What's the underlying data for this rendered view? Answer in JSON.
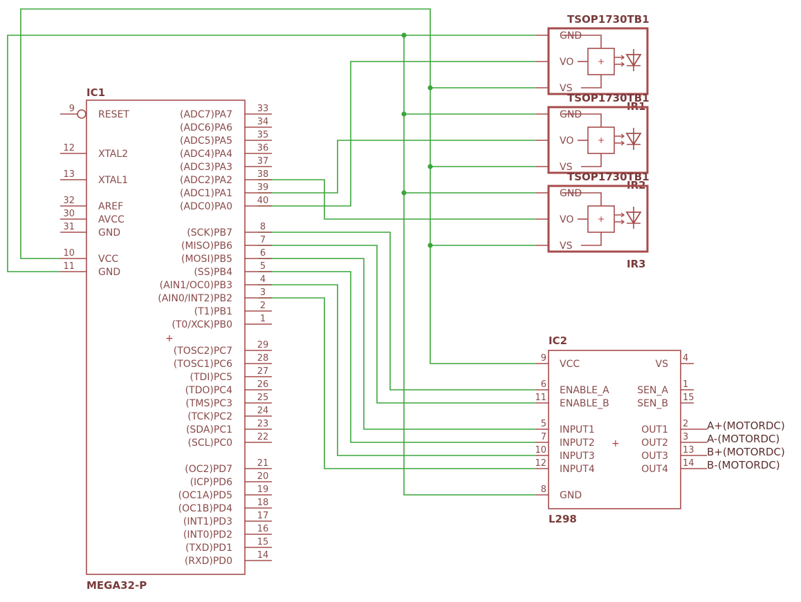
{
  "ic1": {
    "name": "IC1",
    "value": "MEGA32-P",
    "left_pins": [
      {
        "num": "9",
        "name": "RESET"
      },
      {
        "num": "12",
        "name": "XTAL2"
      },
      {
        "num": "13",
        "name": "XTAL1"
      },
      {
        "num": "32",
        "name": "AREF"
      },
      {
        "num": "30",
        "name": "AVCC"
      },
      {
        "num": "31",
        "name": "GND"
      },
      {
        "num": "10",
        "name": "VCC"
      },
      {
        "num": "11",
        "name": "GND"
      }
    ],
    "right_pins": [
      {
        "num": "33",
        "name": "(ADC7)PA7"
      },
      {
        "num": "34",
        "name": "(ADC6)PA6"
      },
      {
        "num": "35",
        "name": "(ADC5)PA5"
      },
      {
        "num": "36",
        "name": "(ADC4)PA4"
      },
      {
        "num": "37",
        "name": "(ADC3)PA3"
      },
      {
        "num": "38",
        "name": "(ADC2)PA2"
      },
      {
        "num": "39",
        "name": "(ADC1)PA1"
      },
      {
        "num": "40",
        "name": "(ADC0)PA0"
      },
      {
        "num": "8",
        "name": "(SCK)PB7"
      },
      {
        "num": "7",
        "name": "(MISO)PB6"
      },
      {
        "num": "6",
        "name": "(MOSI)PB5"
      },
      {
        "num": "5",
        "name": "(SS)PB4"
      },
      {
        "num": "4",
        "name": "(AIN1/OC0)PB3"
      },
      {
        "num": "3",
        "name": "(AIN0/INT2)PB2"
      },
      {
        "num": "2",
        "name": "(T1)PB1"
      },
      {
        "num": "1",
        "name": "(T0/XCK)PB0"
      },
      {
        "num": "29",
        "name": "(TOSC2)PC7"
      },
      {
        "num": "28",
        "name": "(TOSC1)PC6"
      },
      {
        "num": "27",
        "name": "(TDI)PC5"
      },
      {
        "num": "26",
        "name": "(TDO)PC4"
      },
      {
        "num": "25",
        "name": "(TMS)PC3"
      },
      {
        "num": "24",
        "name": "(TCK)PC2"
      },
      {
        "num": "23",
        "name": "(SDA)PC1"
      },
      {
        "num": "22",
        "name": "(SCL)PC0"
      },
      {
        "num": "21",
        "name": "(OC2)PD7"
      },
      {
        "num": "20",
        "name": "(ICP)PD6"
      },
      {
        "num": "19",
        "name": "(OC1A)PD5"
      },
      {
        "num": "18",
        "name": "(OC1B)PD4"
      },
      {
        "num": "17",
        "name": "(INT1)PD3"
      },
      {
        "num": "16",
        "name": "(INT0)PD2"
      },
      {
        "num": "15",
        "name": "(TXD)PD1"
      },
      {
        "num": "14",
        "name": "(RXD)PD0"
      }
    ]
  },
  "ic2": {
    "name": "IC2",
    "value": "L298",
    "left_pins": [
      {
        "num": "9",
        "name": "VCC"
      },
      {
        "num": "6",
        "name": "ENABLE_A"
      },
      {
        "num": "11",
        "name": "ENABLE_B"
      },
      {
        "num": "5",
        "name": "INPUT1"
      },
      {
        "num": "7",
        "name": "INPUT2"
      },
      {
        "num": "10",
        "name": "INPUT3"
      },
      {
        "num": "12",
        "name": "INPUT4"
      },
      {
        "num": "8",
        "name": "GND"
      }
    ],
    "right_pins": [
      {
        "num": "4",
        "name": "VS"
      },
      {
        "num": "1",
        "name": "SEN_A"
      },
      {
        "num": "15",
        "name": "SEN_B"
      },
      {
        "num": "2",
        "name": "OUT1"
      },
      {
        "num": "3",
        "name": "OUT2"
      },
      {
        "num": "13",
        "name": "OUT3"
      },
      {
        "num": "14",
        "name": "OUT4"
      }
    ]
  },
  "sensors": [
    {
      "name": "IR1",
      "value": "TSOP1730TB1",
      "pins": [
        "GND",
        "VO",
        "VS"
      ]
    },
    {
      "name": "IR2",
      "value": "TSOP1730TB1",
      "pins": [
        "GND",
        "VO",
        "VS"
      ]
    },
    {
      "name": "IR3",
      "value": "TSOP1730TB1",
      "pins": [
        "GND",
        "VO",
        "VS"
      ]
    }
  ],
  "net_labels": [
    "A+(MOTORDC)",
    "A-(MOTORDC)",
    "B+(MOTORDC)",
    "B-(MOTORDC)"
  ],
  "colors": {
    "part": "#a64b4b",
    "wire": "#3aa63a",
    "text": "#8a4a4a"
  }
}
